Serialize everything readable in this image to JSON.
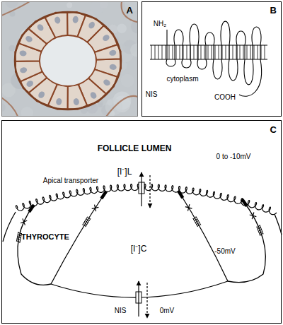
{
  "diagram": {
    "nodes": [
      {
        "text": [
          "A"
        ]
      },
      {
        "text": [
          "B"
        ]
      },
      {
        "text": [
          "C"
        ]
      }
    ],
    "labels": [
      "NH₂",
      "cytoplasm",
      "NIS",
      "COOH",
      "FOLLICLE LUMEN",
      "0 to -10mV",
      "Apical transporter",
      "[I⁻]L",
      "THYROCYTE",
      "[I⁻]C",
      "-50mV",
      "NIS",
      "0mV"
    ]
  }
}
